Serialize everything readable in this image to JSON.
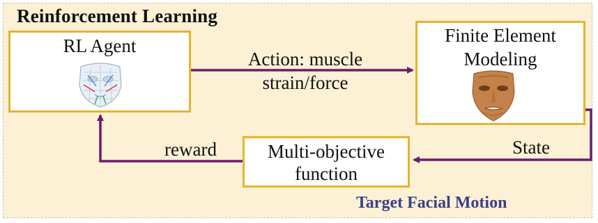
{
  "title": "Reinforcement Learning",
  "nodes": {
    "agent": {
      "label": "RL Agent"
    },
    "fem": {
      "label_line1": "Finite Element",
      "label_line2": "Modeling"
    },
    "objective": {
      "label_line1": "Multi-objective",
      "label_line2": "function"
    }
  },
  "edges": {
    "action": {
      "line1": "Action: muscle",
      "line2": "strain/force"
    },
    "state": {
      "label": "State"
    },
    "reward": {
      "label": "reward"
    }
  },
  "footer": {
    "label": "Target Facial Motion"
  },
  "icons": {
    "agent_image": "face-mesh-icon",
    "fem_image": "face-model-icon"
  },
  "colors": {
    "arrow": "#6b1c6e",
    "box_border": "#e6b42c",
    "panel": "#fcf1d5",
    "footer_text": "#3b3f8a",
    "face_skin": "#c4824a"
  }
}
